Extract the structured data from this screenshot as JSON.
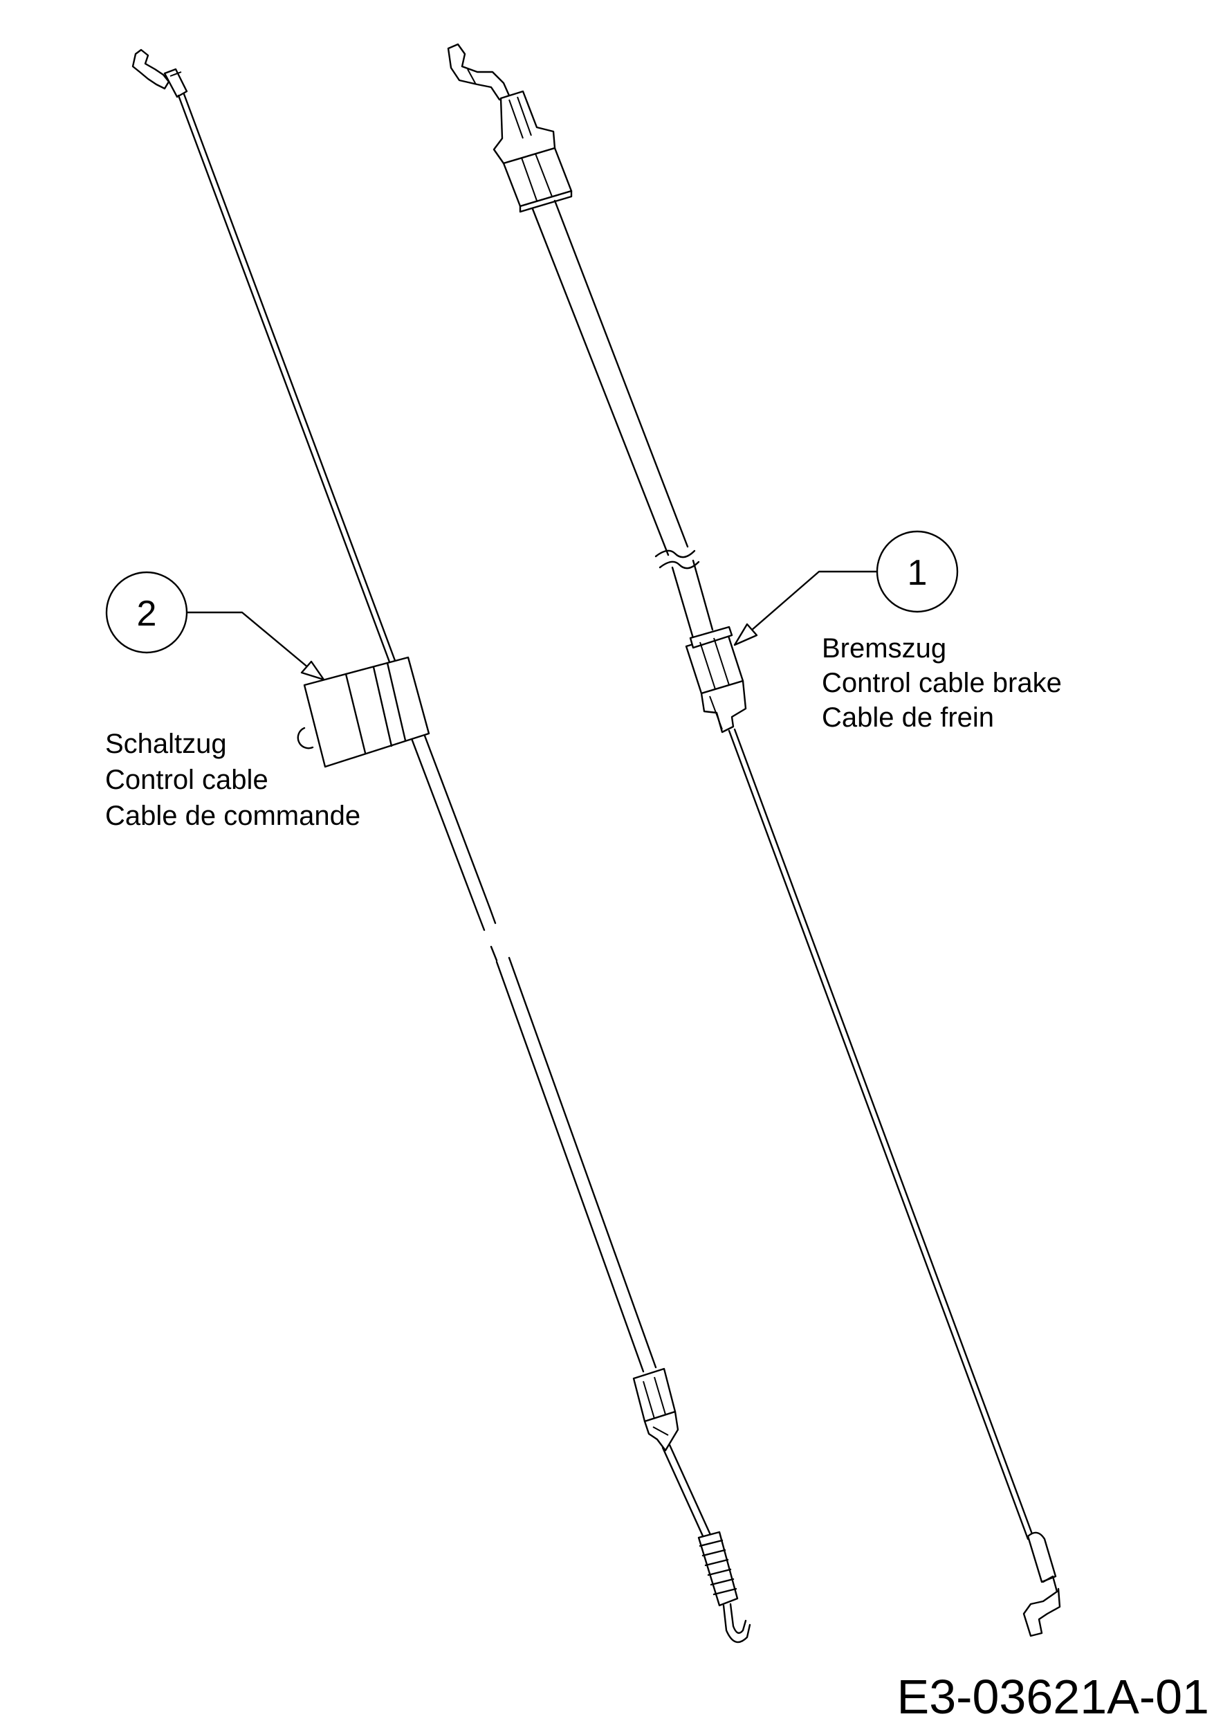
{
  "callouts": [
    {
      "number": "1",
      "lines": [
        "Bremszug",
        "Control cable brake",
        "Cable de frein"
      ]
    },
    {
      "number": "2",
      "lines": [
        "Schaltzug",
        "Control cable",
        "Cable de commande"
      ]
    }
  ],
  "drawing_number": "E3-03621A-01"
}
